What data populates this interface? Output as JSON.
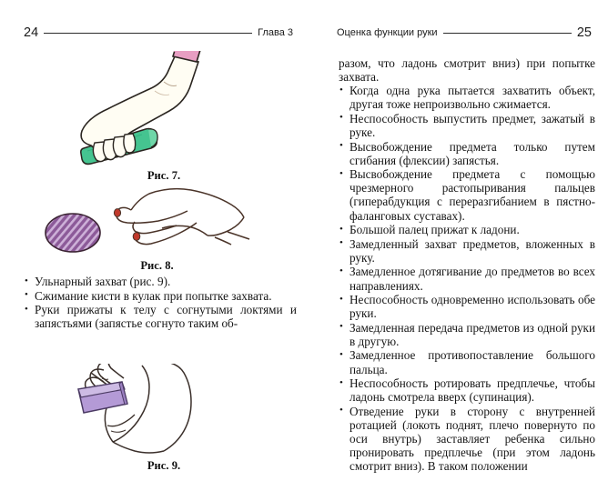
{
  "document": {
    "kind": "book-spread",
    "background": "#ffffff",
    "ink": "#141414"
  },
  "header": {
    "left": {
      "folio": "24",
      "title": "Глава 3"
    },
    "right": {
      "folio": "25",
      "title": "Оценка функции руки"
    },
    "rule_color": "#2b2b2b"
  },
  "left_page": {
    "figures": [
      {
        "id": "figure-7",
        "caption": "Рис. 7.",
        "description": "Рука, согнутая в локте, захватывает зелёный цилиндр",
        "colors": {
          "sleeve": "#e79ec2",
          "object": "#45c490",
          "skin": "#fffdf4",
          "outline": "#2a2520"
        }
      },
      {
        "id": "figure-8",
        "caption": "Рис. 8.",
        "description": "Кисть тянется к фиолетовому овальному предмету",
        "colors": {
          "object": "#96609f",
          "object_stripe": "#c9a6d4",
          "outline": "#4a3328",
          "nail": "#c0392b"
        }
      },
      {
        "id": "figure-9",
        "caption": "Рис. 9.",
        "description": "Ульнарный захват: кисть удерживает фиолетовый брусок",
        "colors": {
          "object": "#b49ad6",
          "object_light": "#cdbbe4",
          "outline": "#3a2f2a"
        }
      }
    ],
    "bullets": [
      "Ульнарный захват (рис. 9).",
      "Сжимание кисти в кулак при попытке за­хвата.",
      "Руки прижаты к телу с согнутыми локтями и запястьями (запястье согнуто таким об-"
    ]
  },
  "right_page": {
    "continuation": "разом, что ладонь смотрит вниз) при по­пытке захвата.",
    "bullets": [
      "Когда одна рука пытается захватить объ­ект, другая тоже непроизвольно сжима­ется.",
      "Неспособность выпустить предмет, зажа­тый в руке.",
      "Высвобождение предмета только путем сгибания (флексии) запястья.",
      "Высвобождение предмета с помощью чрезмерного растопыривания пальцев (гиперабдукция с переразгибанием в пя­стно-фаланговых суставах).",
      "Большой палец прижат к ладони.",
      "Замедленный захват предметов, вложен­ных в руку.",
      "Замедленное дотягивание до предметов во всех направлениях.",
      "Неспособность одновременно использо­вать обе руки.",
      "Замедленная передача предметов из од­ной руки в другую.",
      "Замедленное противопоставление боль­шого пальца.",
      "Неспособность ротировать предплечье, чтобы ладонь смотрела вверх (супина­ция).",
      "Отведение руки в сторону с внутренней ротацией (локоть поднят, плечо поверну­то по оси внутрь) заставляет ребенка сильно пронировать предплечье (при этом ладонь смотрит вниз). В таком положении"
    ]
  }
}
